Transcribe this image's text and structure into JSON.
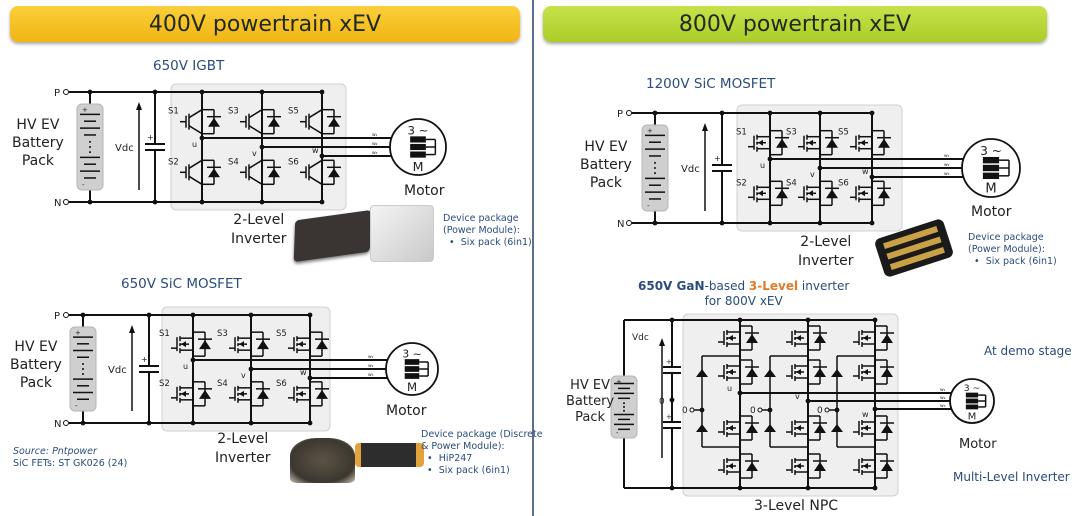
{
  "headers": {
    "left": "400V powertrain xEV",
    "right": "800V powertrain xEV"
  },
  "panels": [
    {
      "id": "igbt-400v",
      "title": "650V IGBT",
      "battery": [
        "HV EV",
        "Battery",
        "Pack"
      ],
      "vdc": "Vdc",
      "rails": {
        "p": "P",
        "n": "N"
      },
      "switches": [
        "S1",
        "S3",
        "S5",
        "S2",
        "S4",
        "S6"
      ],
      "phases": [
        "u",
        "v",
        "w"
      ],
      "inverter": [
        "2-Level",
        "Inverter"
      ],
      "motor": {
        "symbol": "3 ~",
        "letter": "M",
        "label": "Motor"
      },
      "device_package": {
        "heading": [
          "Device package",
          "(Power Module):"
        ],
        "bullets": [
          "Six pack (6in1)"
        ]
      },
      "switch_type": "IGBT"
    },
    {
      "id": "sic-400v",
      "title": "650V SiC MOSFET",
      "battery": [
        "HV EV",
        "Battery",
        "Pack"
      ],
      "vdc": "Vdc",
      "rails": {
        "p": "P",
        "n": "N"
      },
      "switches": [
        "S1",
        "S3",
        "S5",
        "S2",
        "S4",
        "S6"
      ],
      "phases": [
        "u",
        "v",
        "w"
      ],
      "inverter": [
        "2-Level",
        "Inverter"
      ],
      "motor": {
        "symbol": "3 ~",
        "letter": "M",
        "label": "Motor"
      },
      "device_package": {
        "heading": [
          "Device package (Discrete",
          "& Power Module):"
        ],
        "bullets": [
          "HiP247",
          "Six pack (6in1)"
        ]
      },
      "switch_type": "MOSFET"
    },
    {
      "id": "sic-800v",
      "title": "1200V SiC MOSFET",
      "battery": [
        "HV EV",
        "Battery",
        "Pack"
      ],
      "vdc": "Vdc",
      "rails": {
        "p": "P",
        "n": "N"
      },
      "switches": [
        "S1",
        "S3",
        "S5",
        "S2",
        "S4",
        "S6"
      ],
      "phases": [
        "u",
        "v",
        "w"
      ],
      "inverter": [
        "2-Level",
        "Inverter"
      ],
      "motor": {
        "symbol": "3 ~",
        "letter": "M",
        "label": "Motor"
      },
      "device_package": {
        "heading": [
          "Device package",
          "(Power Module):"
        ],
        "bullets": [
          "Six pack (6in1)"
        ]
      },
      "switch_type": "MOSFET"
    },
    {
      "id": "gan-800v",
      "title_parts": {
        "gan": "650V GaN",
        "based": "-based ",
        "level": "3-Level",
        "rest": " inverter",
        "line2": "for 800V xEV"
      },
      "battery": [
        "HV EV",
        "Battery",
        "Pack"
      ],
      "vdc": "Vdc",
      "neutral": "0",
      "phases": [
        "u",
        "v",
        "w"
      ],
      "inverter": "3-Level NPC",
      "motor": {
        "symbol": "3 ~",
        "letter": "M",
        "label": "Motor"
      },
      "status": "At demo stage",
      "category": "Multi-Level Inverter",
      "accent_color": "#e07b2a"
    }
  ],
  "source": {
    "prefix": "Source: ",
    "name": "Pntpower",
    "note": "SiC FETs: ST GK026 (24)"
  },
  "colors": {
    "header_left": "#f5c12a",
    "header_right": "#b8d83a",
    "text_blue": "#2b4c7e",
    "divider": "#5c6f8e"
  }
}
